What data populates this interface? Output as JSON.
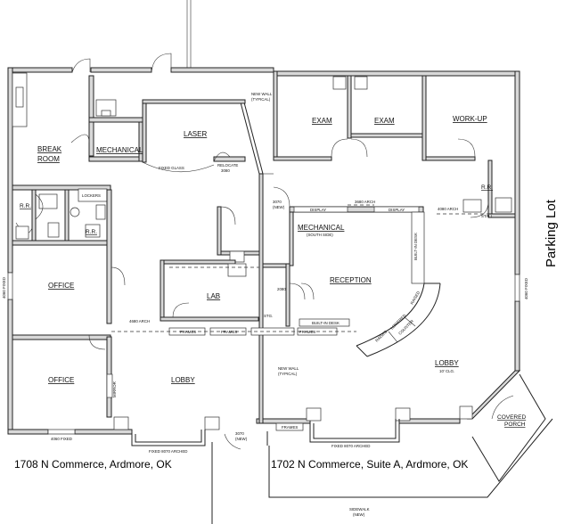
{
  "rooms": {
    "exam1": "EXAM",
    "exam2": "EXAM",
    "workup": "WORK-UP",
    "laser": "LASER",
    "break_room_1": "BREAK",
    "break_room_2": "ROOM",
    "mechanical": "MECHANICAL",
    "mechanical_south": "MECHANICAL",
    "mechanical_south_sub": "(SOUTH SIDE)",
    "rr_left_1": "R.R.",
    "rr_left_2": "R.R.",
    "rr_right": "R.R.",
    "office_top": "OFFICE",
    "office_bottom": "OFFICE",
    "lab": "LAB",
    "reception": "RECEPTION",
    "lobby_left": "LOBBY",
    "lobby_right": "LOBBY",
    "lobby_right_sub": "10' CLG.",
    "covered_porch_1": "COVERED",
    "covered_porch_2": "PORCH",
    "lockers": "LOCKERS",
    "stg": "STG."
  },
  "notes": {
    "new_wall_top_1": "NEW WALL",
    "new_wall_top_2": "(TYPICAL)",
    "new_wall_bottom_1": "NEW WALL",
    "new_wall_bottom_2": "(TYPICAL)",
    "fixed_glass": "FIXED GLASS",
    "relocate_1": "RELOCATE",
    "relocate_2": "3080",
    "door_3070_new_1": "3070",
    "door_3070_new_2": "(NEW)",
    "door_3070_new_b1": "3070",
    "door_3070_new_b2": "(NEW)",
    "door_2080": "2080",
    "arch_3680": "3680 ARCH",
    "arch_4080": "4080 ARCH",
    "arch_4680": "4680 ARCH",
    "display_1": "DISPLAY",
    "display_2": "DISPLAY",
    "built_in_desk_1": "BUILT-IN DESK",
    "built_in_desk_2": "BUILT-IN DESK",
    "fixed_4060_left": "4060 FIXED",
    "fixed_4060_right": "4060 FIXED",
    "fixed_4060_bottom": "4060 FIXED",
    "fixed_8070_left": "FIXED 8070 ARCHED",
    "fixed_8070_right": "FIXED 8070 ARCHED",
    "frames_1": "FRAMES",
    "frames_2": "FRAMES",
    "frames_3": "FRAMES",
    "frames_4": "FRAMES",
    "mirror": "MIRROR",
    "stall": "STALL",
    "counter_1": "RAISED",
    "counter_2": "LOWERED",
    "counter_3": "RAISED",
    "counter_4": "COUNTER",
    "sidewalk_1": "SIDEWALK",
    "sidewalk_2": "(NEW)"
  },
  "captions": {
    "left_address": "1708 N Commerce, Ardmore, OK",
    "right_address": "1702 N Commerce, Suite A, Ardmore, OK",
    "parking_lot": "Parking Lot"
  }
}
